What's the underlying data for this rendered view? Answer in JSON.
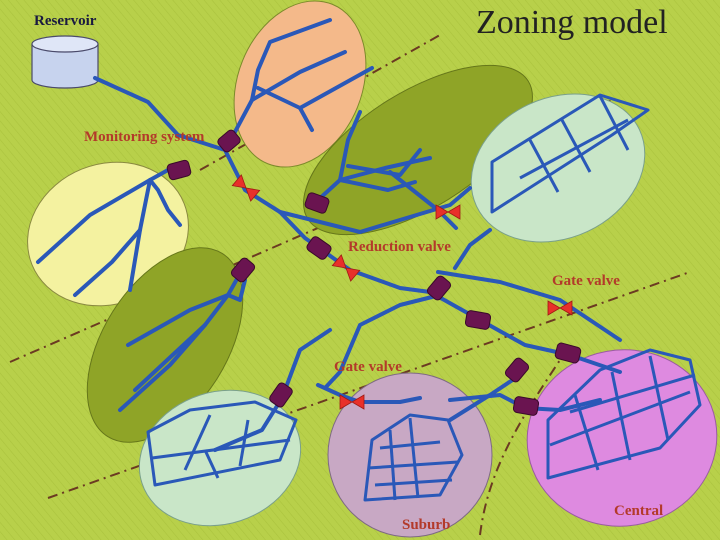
{
  "diagram": {
    "title": "Zoning model",
    "labels": {
      "reservoir": "Reservoir",
      "monitoring_system": "Monitoring system",
      "reduction_valve": "Reduction valve",
      "gate_valve_right": "Gate valve",
      "gate_valve_bottom": "Gate valve",
      "suburb": "Suburb",
      "central": "Central"
    }
  },
  "colors": {
    "background": "#b8d04a",
    "pipe": "#2a58b8",
    "meter": "#6a1450",
    "valve": "#e8302a",
    "dashed_line": "#6b3a22",
    "zone_peach": "#f4b98a",
    "zone_olive": "#8fa427",
    "zone_yellow": "#f4f2a0",
    "zone_lightblue": "#c9e6c8",
    "zone_lavender": "#c8a8c4",
    "zone_pink": "#de8ae0",
    "label_red": "#b33a2a"
  }
}
